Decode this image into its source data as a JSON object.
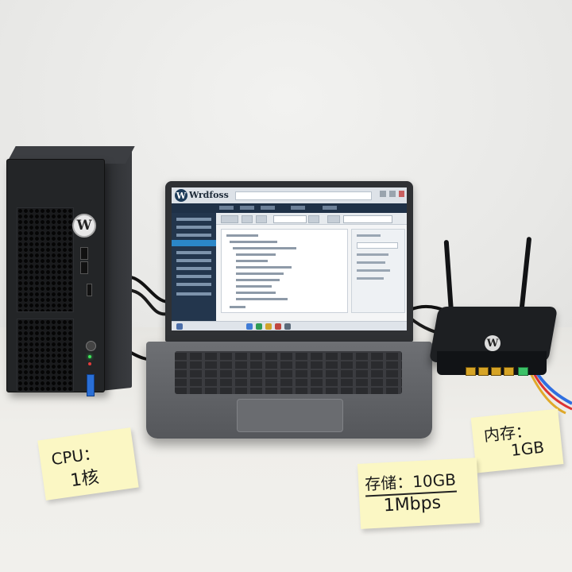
{
  "laptop": {
    "app_logo": "W",
    "app_title": "Wrdfoss"
  },
  "tower": {
    "logo": "W"
  },
  "router": {
    "logo": "W"
  },
  "notes": {
    "cpu": {
      "line1": "CPU：",
      "line2": "1核"
    },
    "memory": {
      "line1": "内存：",
      "line2": "1GB"
    },
    "storage": {
      "line1": "存储：10GB",
      "line2": "1Mbps"
    }
  },
  "colors": {
    "note": "#fbf7c4",
    "usb_port": "#2a6fd6",
    "ethernet_port": "#d6a426"
  }
}
